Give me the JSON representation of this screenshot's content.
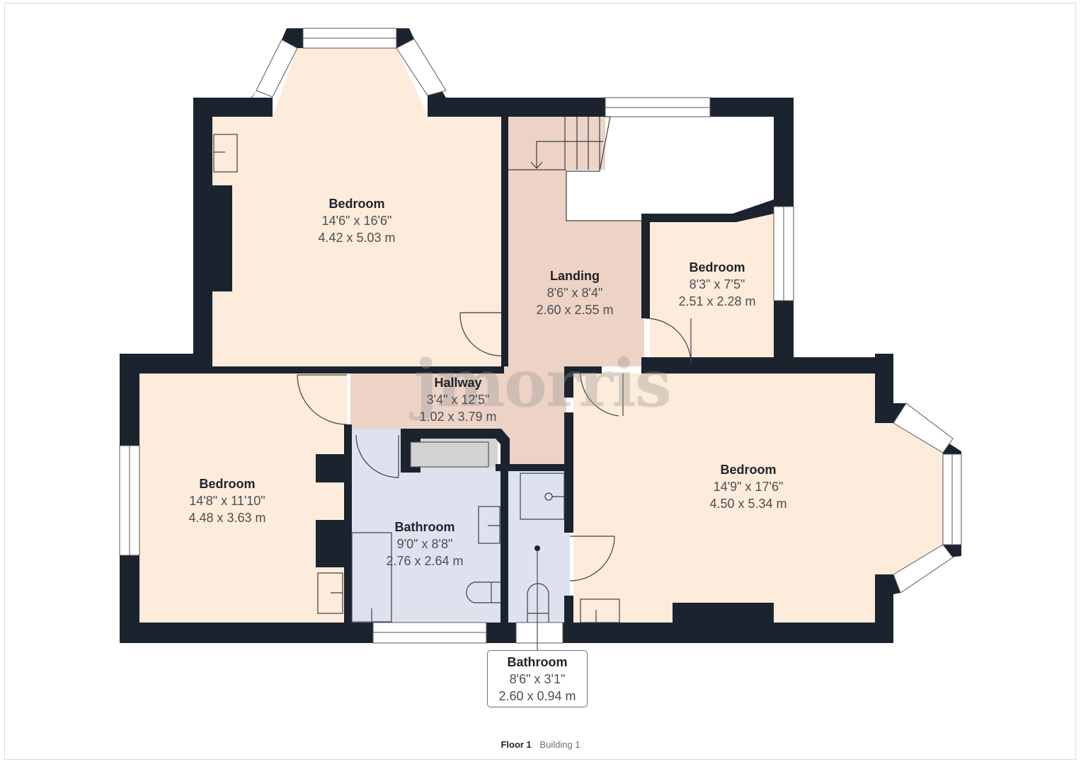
{
  "colors": {
    "wall": "#1b232e",
    "bedroom_fill": "#fdebdb",
    "landing_fill": "#ecd3c5",
    "bathroom_fill": "#dde2ee",
    "cupboard_fill": "#d3d3d3",
    "window": "#ffffff"
  },
  "watermark": "jmorris",
  "rooms": [
    {
      "id": "bedroom-top",
      "name": "Bedroom",
      "imperial": "14'6\" x 16'6\"",
      "metric": "4.42 x 5.03 m"
    },
    {
      "id": "landing",
      "name": "Landing",
      "imperial": "8'6\" x 8'4\"",
      "metric": "2.60 x 2.55 m"
    },
    {
      "id": "bedroom-small",
      "name": "Bedroom",
      "imperial": "8'3\" x 7'5\"",
      "metric": "2.51 x 2.28 m"
    },
    {
      "id": "hallway",
      "name": "Hallway",
      "imperial": "3'4\" x 12'5\"",
      "metric": "1.02 x 3.79 m"
    },
    {
      "id": "bedroom-left",
      "name": "Bedroom",
      "imperial": "14'8\" x 11'10\"",
      "metric": "4.48 x 3.63 m"
    },
    {
      "id": "bathroom-main",
      "name": "Bathroom",
      "imperial": "9'0\" x 8'8\"",
      "metric": "2.76 x 2.64 m"
    },
    {
      "id": "bedroom-right",
      "name": "Bedroom",
      "imperial": "14'9\" x 17'6\"",
      "metric": "4.50 x 5.34 m"
    },
    {
      "id": "bathroom-small",
      "name": "Bathroom",
      "imperial": "8'6\" x 3'1\"",
      "metric": "2.60 x 0.94 m"
    }
  ],
  "footer": {
    "floor": "Floor 1",
    "building": "Building 1"
  }
}
